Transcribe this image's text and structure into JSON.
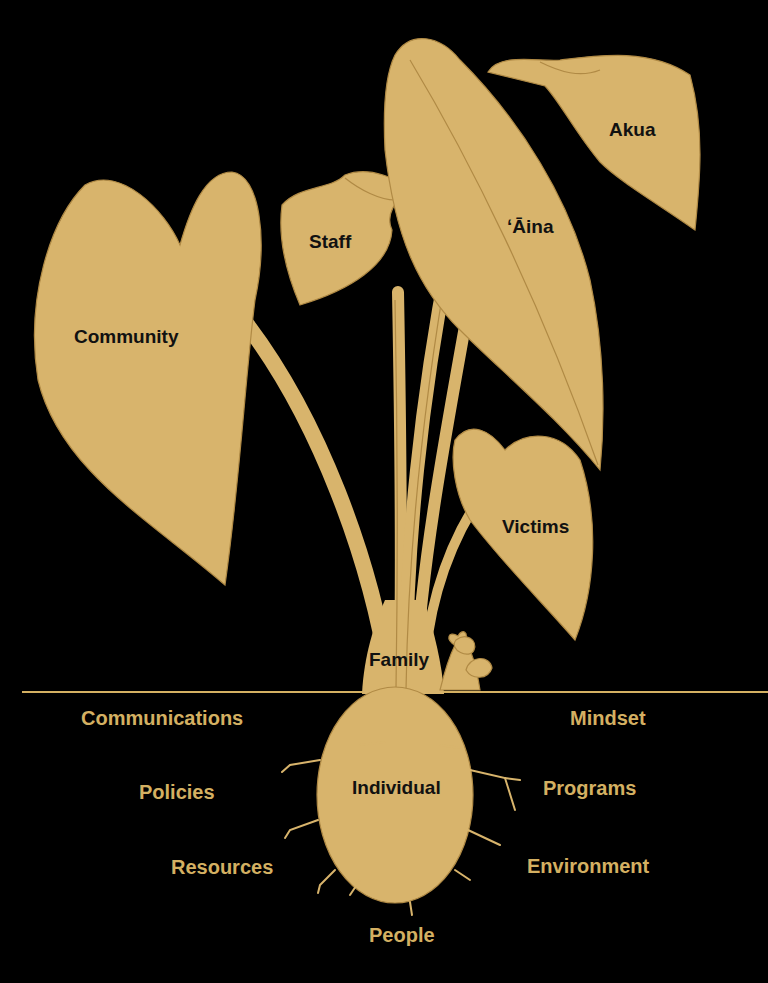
{
  "diagram": {
    "nodes": [
      {
        "text": [
          "Community"
        ]
      },
      {
        "text": [
          "Staff"
        ]
      },
      {
        "text": [
          "ʻĀina"
        ]
      },
      {
        "text": [
          "Akua"
        ]
      },
      {
        "text": [
          "Victims"
        ]
      },
      {
        "text": [
          "Family"
        ]
      },
      {
        "text": [
          "Individual"
        ]
      }
    ],
    "labels": [
      "Communications",
      "Mindset",
      "Policies",
      "Programs",
      "Resources",
      "Environment",
      "People"
    ]
  }
}
